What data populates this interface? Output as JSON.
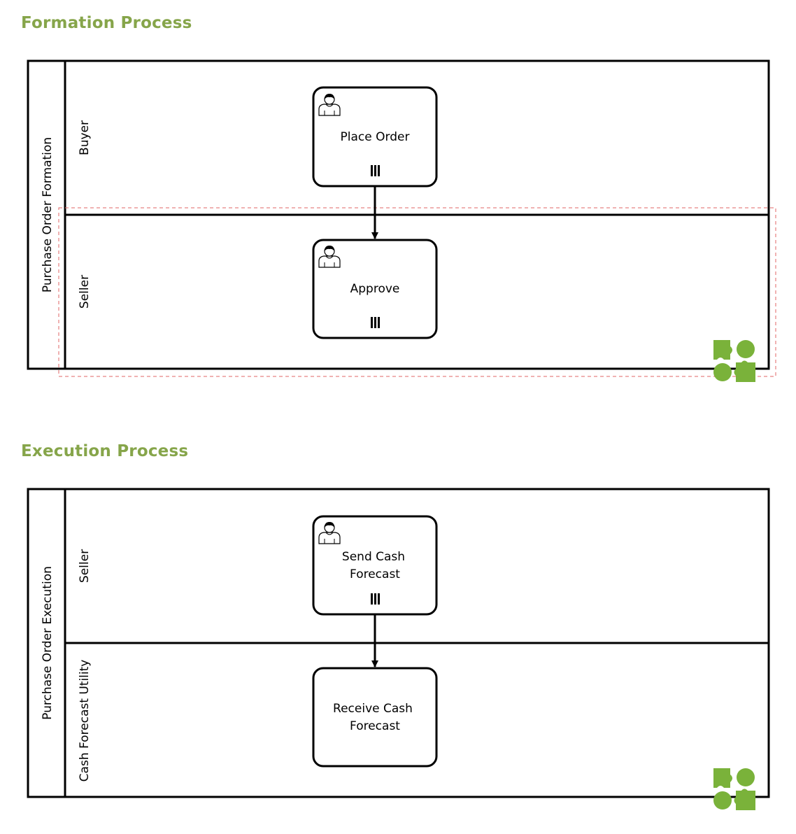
{
  "sections": [
    {
      "title": "Formation Process",
      "pool": "Purchase Order Formation",
      "lanes": [
        "Buyer",
        "Seller"
      ],
      "tasks": [
        {
          "lines": [
            "Place Order"
          ],
          "user_task": true,
          "multi_instance": true
        },
        {
          "lines": [
            "Approve"
          ],
          "user_task": true,
          "multi_instance": true
        }
      ],
      "flows": [
        {
          "from": "Place Order",
          "to": "Approve"
        }
      ],
      "selected": true
    },
    {
      "title": "Execution Process",
      "pool": "Purchase Order Execution",
      "lanes": [
        "Seller",
        "Cash Forecast Utility"
      ],
      "tasks": [
        {
          "lines": [
            "Send Cash",
            "Forecast"
          ],
          "user_task": true,
          "multi_instance": true
        },
        {
          "lines": [
            "Receive Cash",
            "Forecast"
          ],
          "user_task": false,
          "multi_instance": false
        }
      ],
      "flows": [
        {
          "from": "Send Cash Forecast",
          "to": "Receive Cash Forecast"
        }
      ],
      "selected": false
    }
  ],
  "icons": {
    "user_task": "user-icon",
    "multi_instance": "parallel-multi-instance-icon",
    "pool_badge": "puzzle-icon"
  },
  "colors": {
    "title": "#86a54a",
    "badge": "#7ab23a",
    "selection": "#e06666",
    "stroke": "#000000"
  }
}
